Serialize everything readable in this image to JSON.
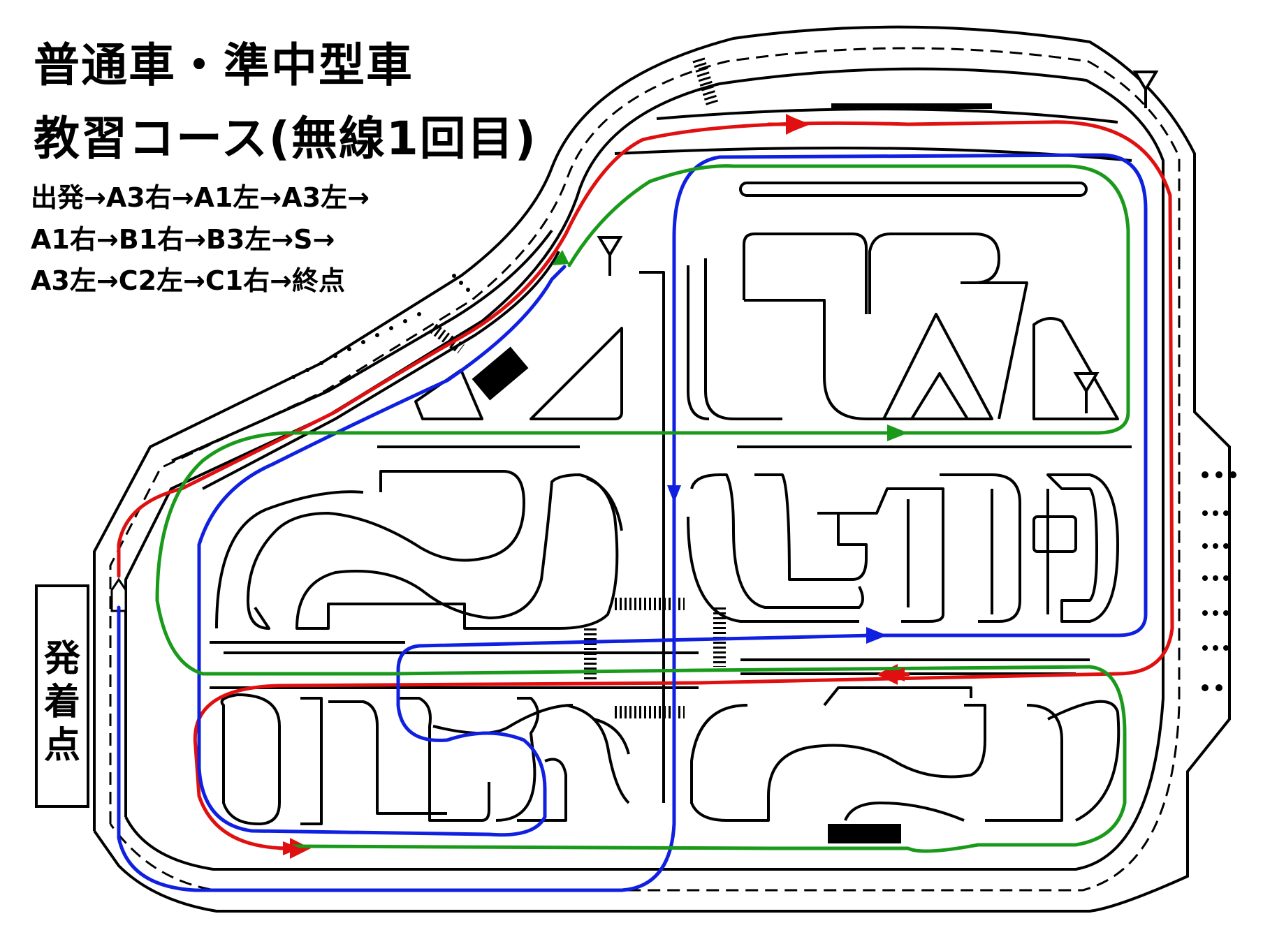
{
  "title": {
    "line1": "普通車・準中型車",
    "line2": "教習コース(無線1回目)"
  },
  "route": {
    "line1": "出発→A3右→A1左→A3左→",
    "line2": "A1右→B1右→B3左→S→",
    "line3": "A3左→C2左→C1右→終点"
  },
  "depot": {
    "label": "発着点"
  },
  "legend_colors": {
    "red": "#e01010",
    "blue": "#1020e0",
    "green": "#1a9a1a",
    "road": "#000000"
  },
  "icons": [
    "antenna-icon",
    "direction-arrow-icon",
    "crosswalk-icon",
    "curb-stripe-icon",
    "tree-dot-icon"
  ]
}
